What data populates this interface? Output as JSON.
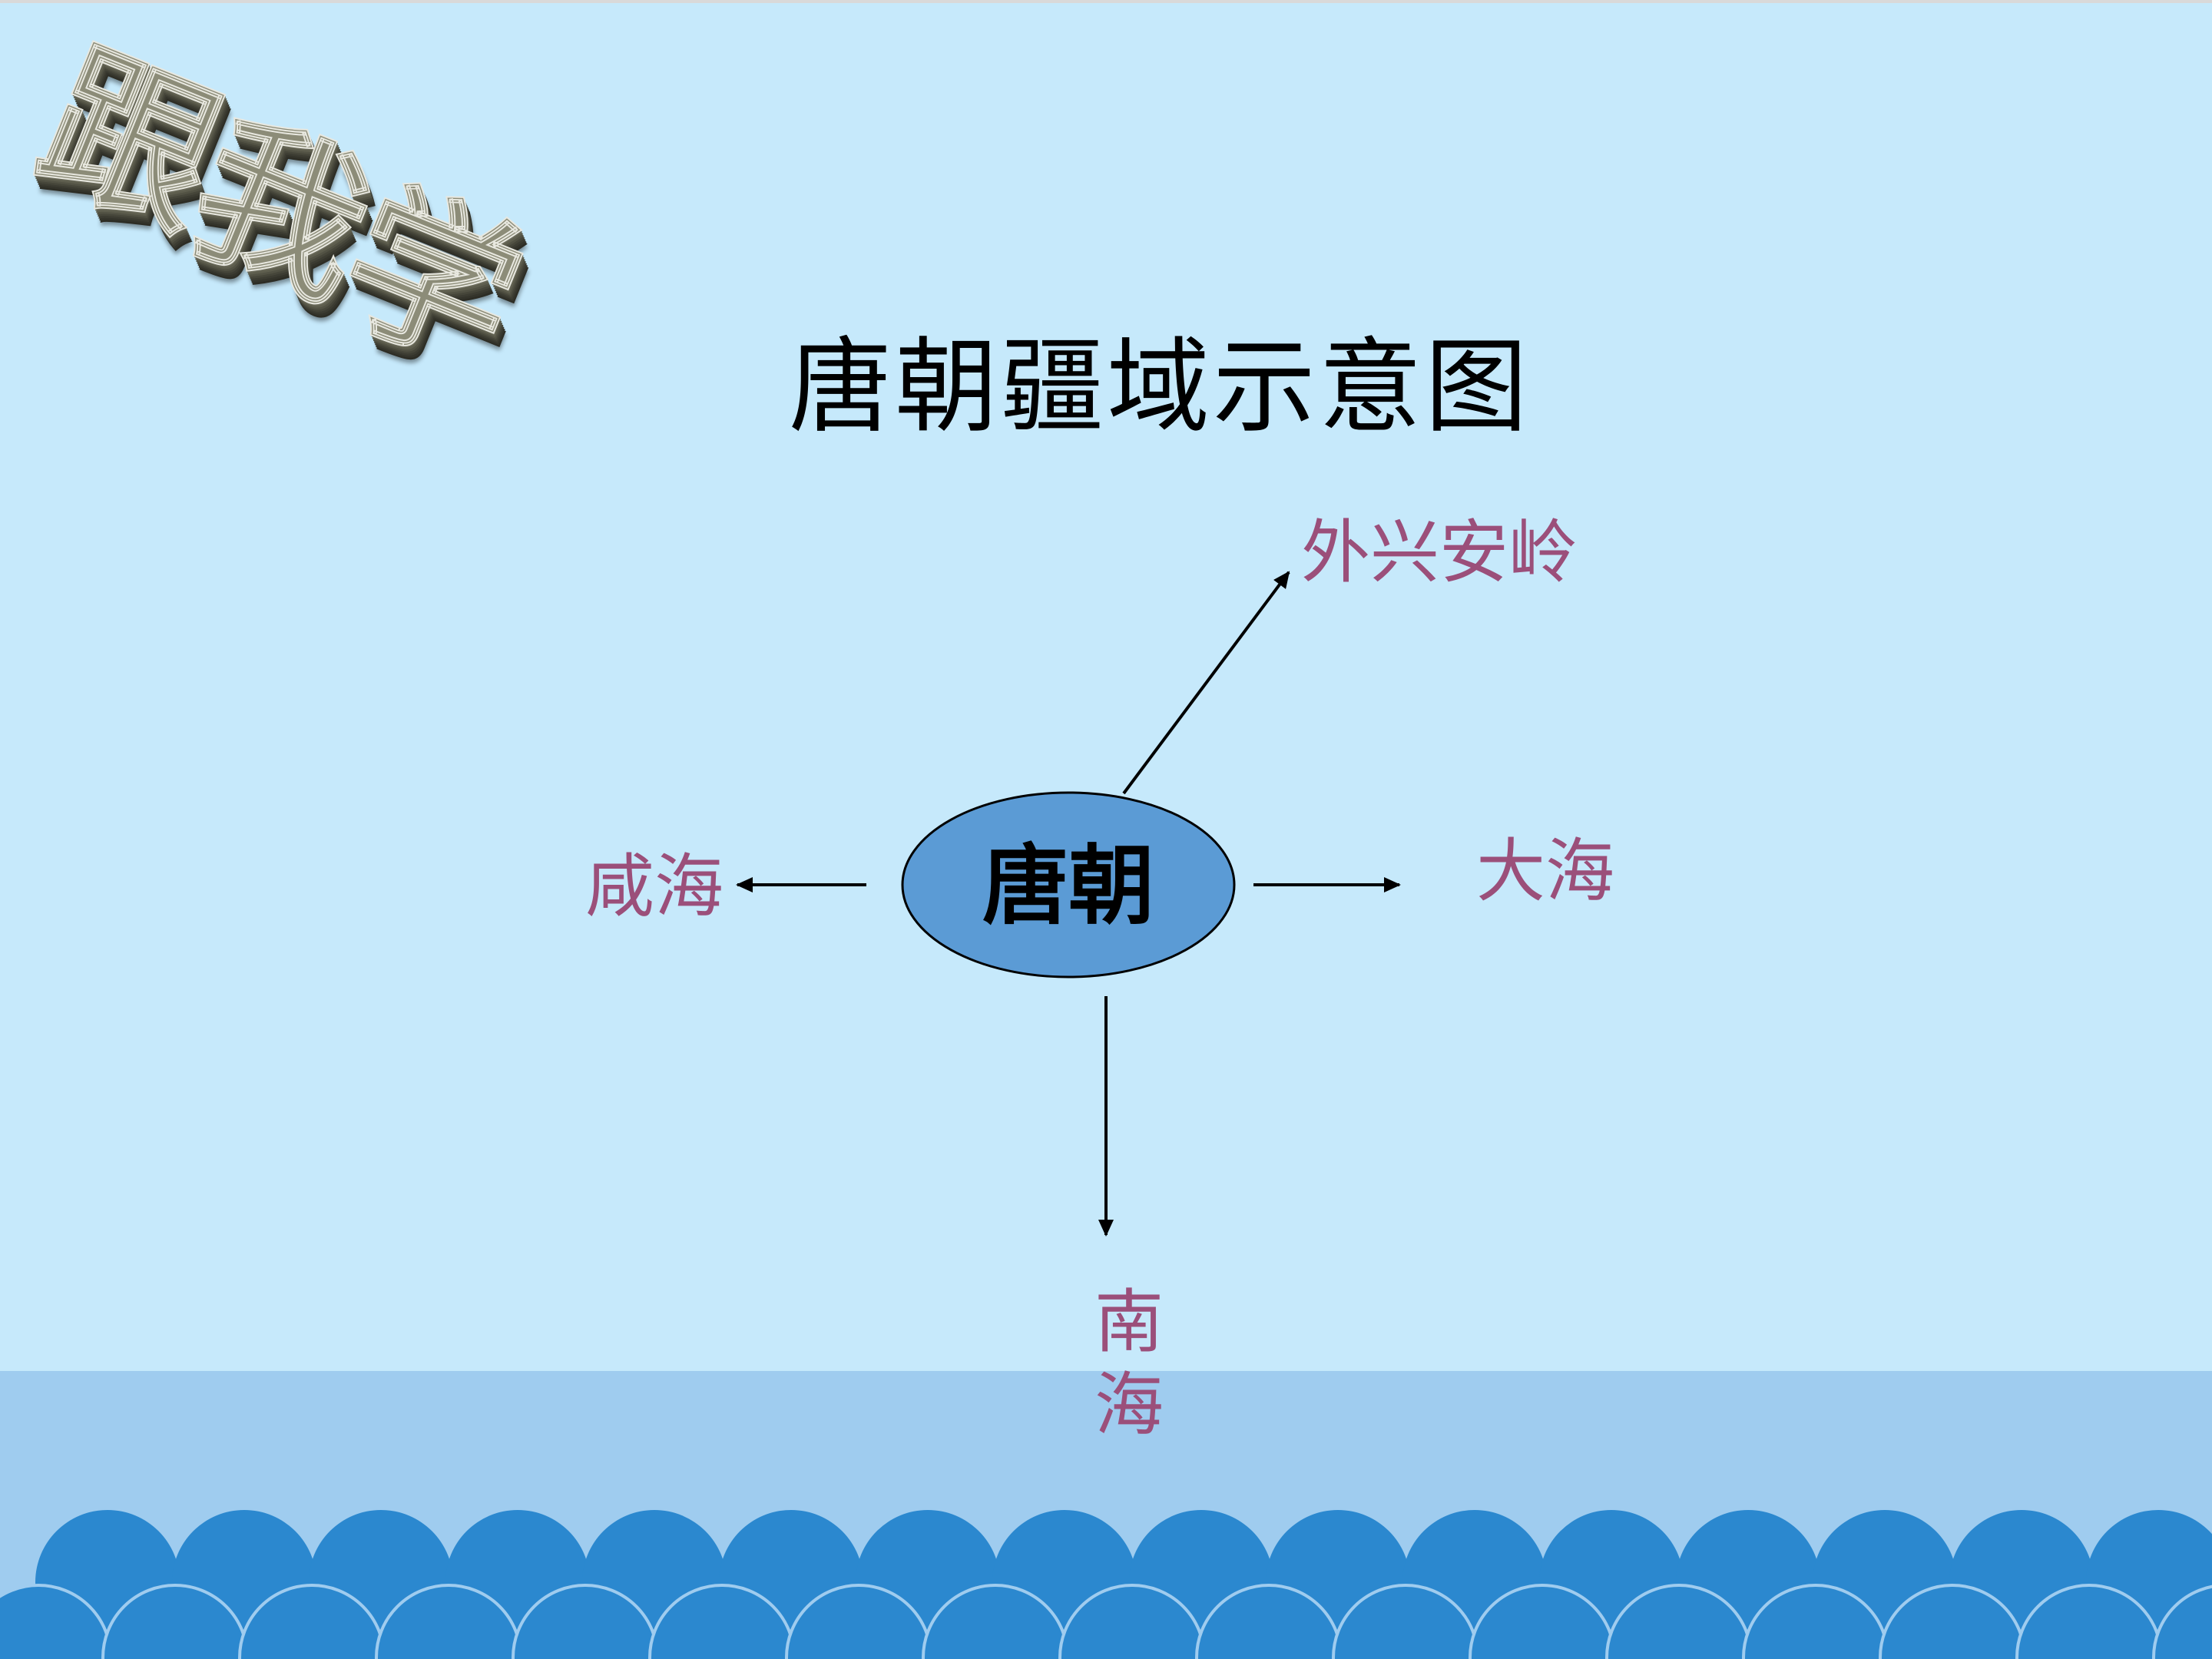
{
  "slide": {
    "badge": {
      "char1": "跟",
      "char2": "我",
      "char3": "学"
    },
    "title": "唐朝疆域示意图",
    "center": "唐朝",
    "labels": {
      "north": "外兴安岭",
      "west": "咸海",
      "east": "大海",
      "south": "南海"
    }
  },
  "colors": {
    "background": "#c6e9fb",
    "sea_band": "#9fccef",
    "waves": "#2b88cf",
    "ellipse_fill": "#5b9bd5",
    "label_text": "#9b4f7a"
  }
}
